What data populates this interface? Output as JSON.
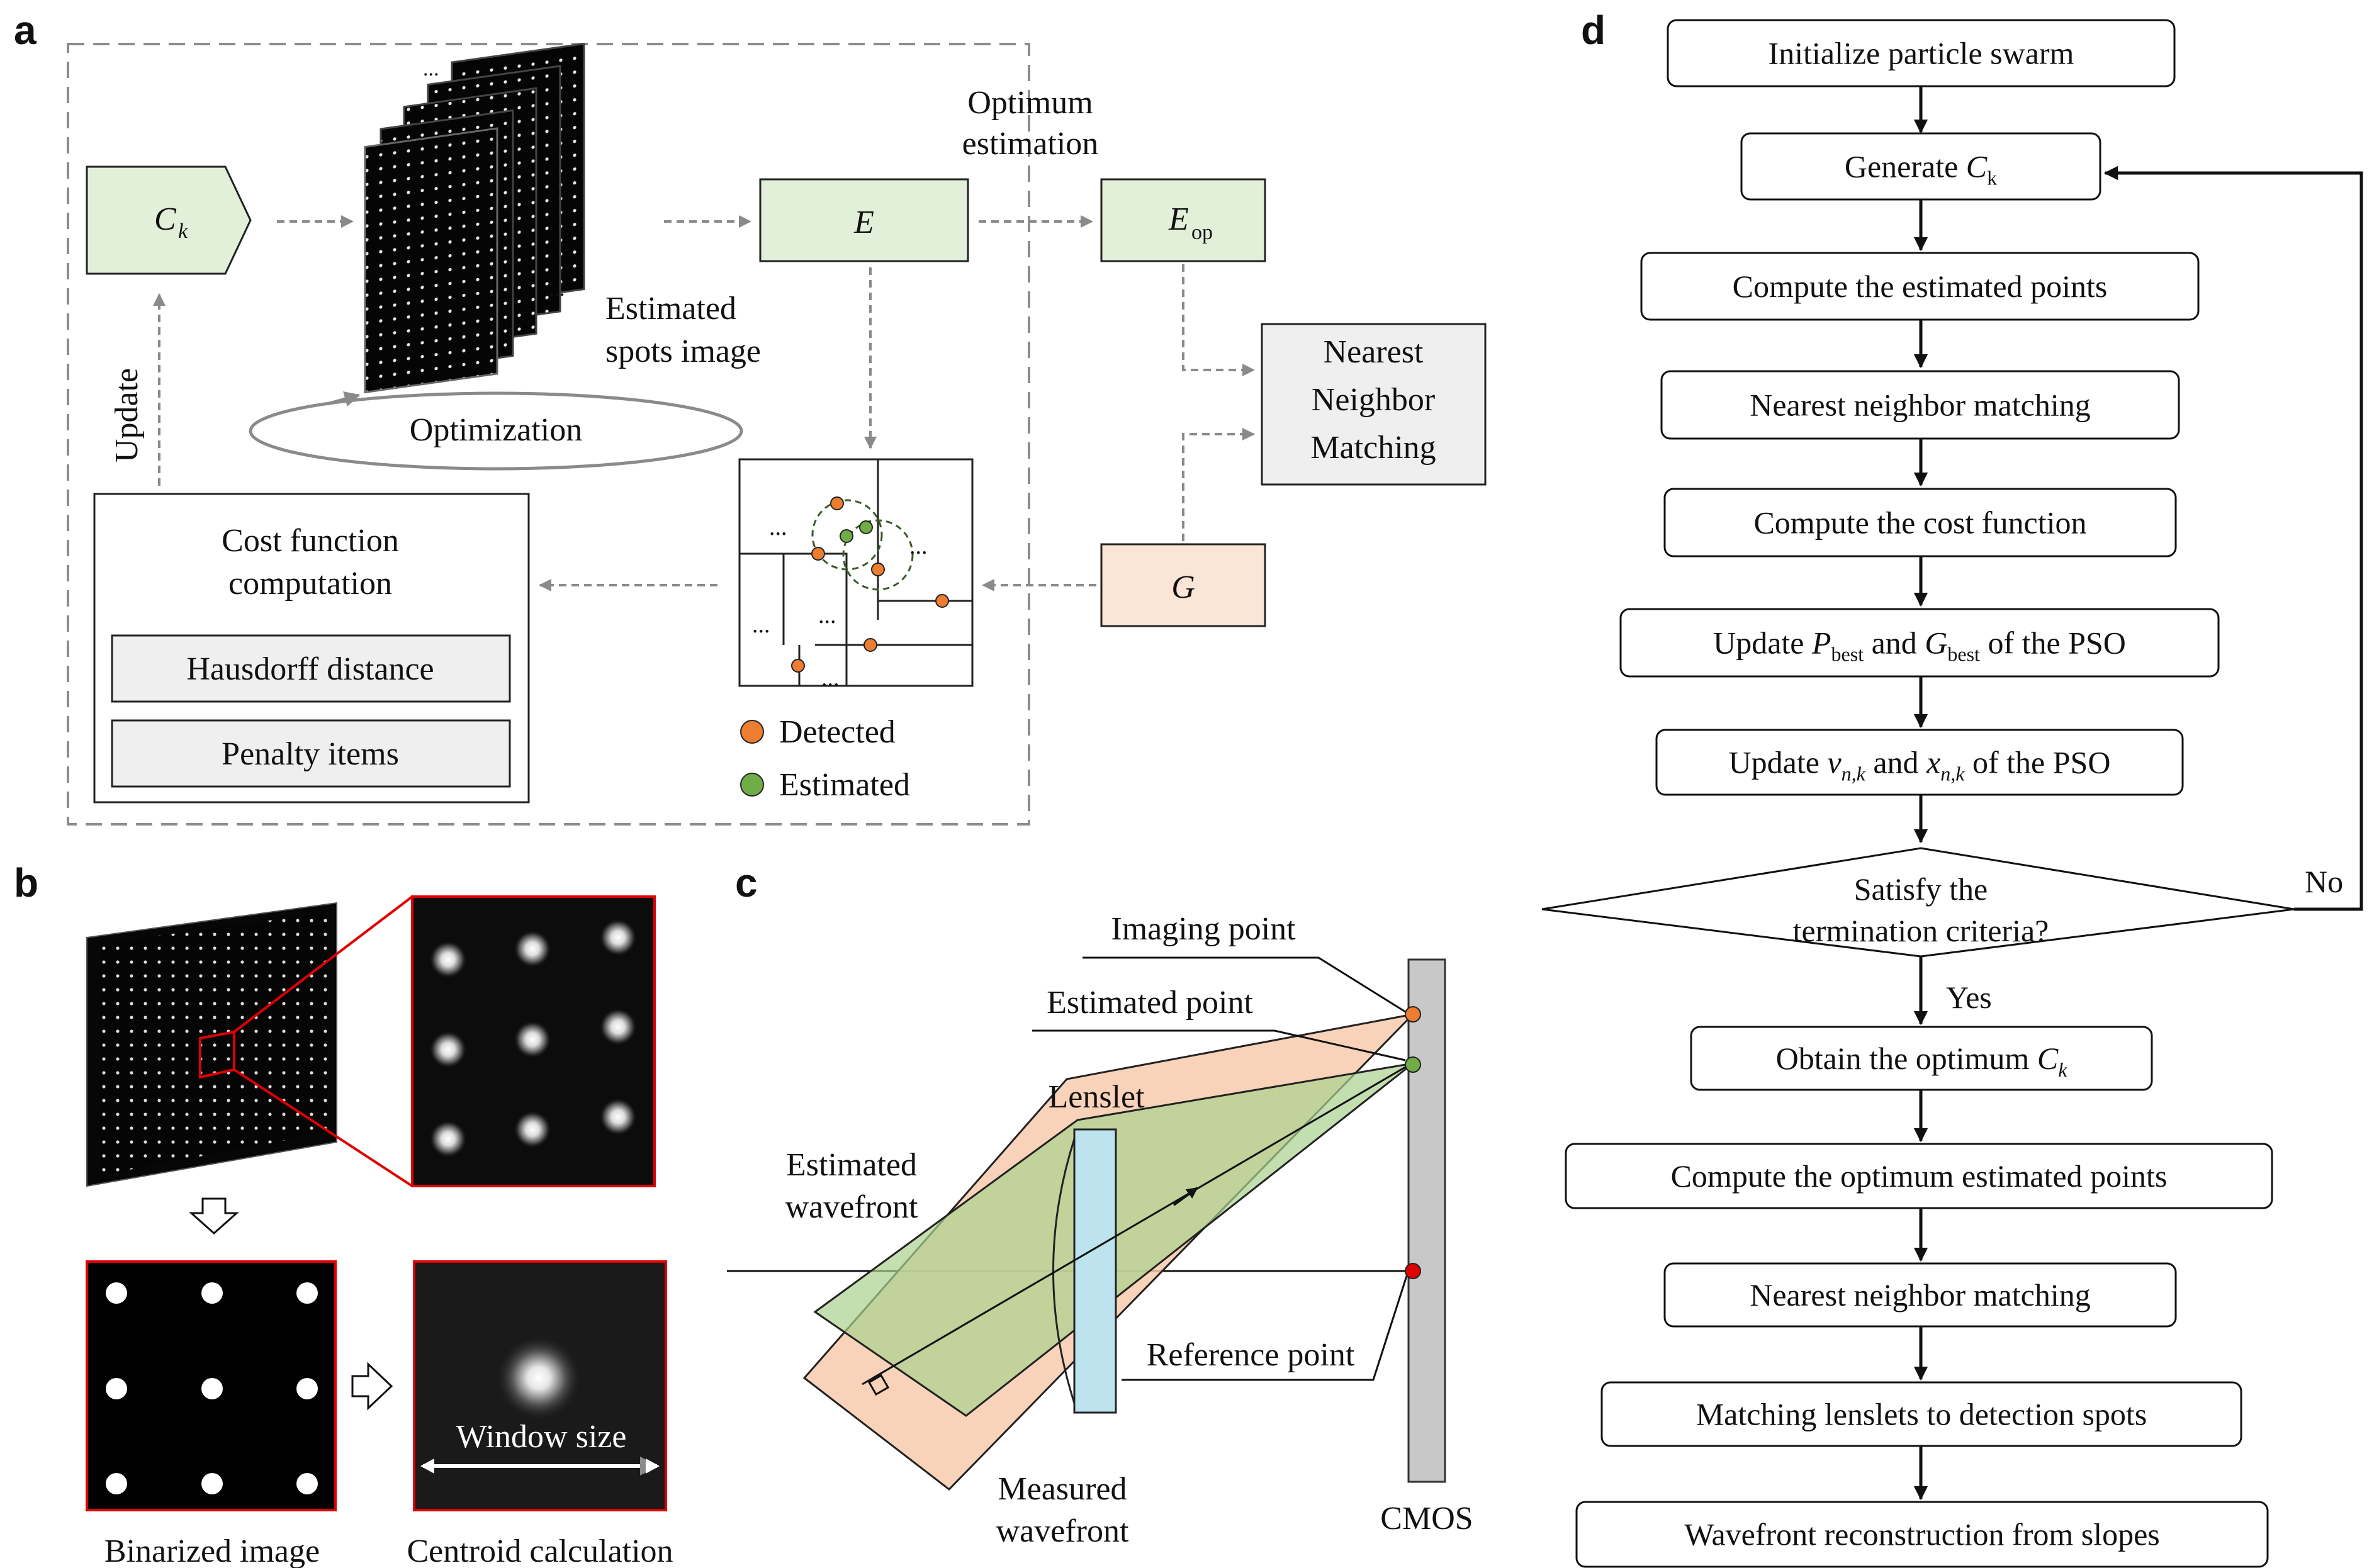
{
  "panel_labels": {
    "a": "a",
    "b": "b",
    "c": "c",
    "d": "d"
  },
  "panel_a": {
    "ck_symbol": "C",
    "ck_sub": "k",
    "estimated_spots_label_1": "Estimated",
    "estimated_spots_label_2": "spots image",
    "optimum_estimation_1": "Optimum",
    "optimum_estimation_2": "estimation",
    "e_symbol": "E",
    "eop_symbol": "E",
    "eop_sub": "op",
    "nnm_1": "Nearest",
    "nnm_2": "Neighbor",
    "nnm_3": "Matching",
    "g_symbol": "G",
    "update_label": "Update",
    "optimization_label": "Optimization",
    "cost_title_1": "Cost function",
    "cost_title_2": "computation",
    "hausdorff_label": "Hausdorff distance",
    "penalty_label": "Penalty items",
    "ellipsis": "...",
    "legend_detected": "Detected",
    "legend_estimated": "Estimated",
    "colors": {
      "green_box": "#e2f0d9",
      "peach_box": "#fbe5d6",
      "gray_box": "#efefef",
      "detected": "#ed7d31",
      "estimated": "#70ad47"
    }
  },
  "panel_b": {
    "binarized_label": "Binarized image",
    "centroid_label": "Centroid calculation",
    "window_size_label": "Window size"
  },
  "panel_c": {
    "imaging_point": "Imaging point",
    "estimated_point": "Estimated point",
    "lenslet": "Lenslet",
    "estimated_wavefront_1": "Estimated",
    "estimated_wavefront_2": "wavefront",
    "reference_point": "Reference point",
    "measured_wavefront_1": "Measured",
    "measured_wavefront_2": "wavefront",
    "cmos": "CMOS",
    "colors": {
      "peach": "#f8cbad",
      "green": "#a9d18e",
      "lenslet": "#bde3ef",
      "cmos": "#c8c8c8",
      "reference": "#e00000"
    }
  },
  "panel_d": {
    "steps": [
      {
        "pre": "Initialize particle swarm"
      },
      {
        "pre": "Generate ",
        "var": "C",
        "sub": "k"
      },
      {
        "pre": "Compute the estimated points"
      },
      {
        "pre": "Nearest neighbor matching"
      },
      {
        "pre": "Compute the cost function"
      },
      {
        "pre": "Update ",
        "var": "P",
        "sub": "best",
        "mid": " and ",
        "var2": "G",
        "sub2": "best",
        "post": " of the PSO"
      },
      {
        "pre": "Update ",
        "var": "v",
        "sub": "n,k",
        "mid": " and ",
        "var2": "x",
        "sub2": "n,k",
        "post": " of the PSO"
      },
      {
        "pre": "Obtain the optimum ",
        "var": "C",
        "sub": "k"
      },
      {
        "pre": "Compute the optimum estimated points"
      },
      {
        "pre": "Nearest neighbor matching"
      },
      {
        "pre": "Matching lenslets to detection spots"
      },
      {
        "pre": "Wavefront reconstruction from slopes"
      }
    ],
    "decision_1": "Satisfy the",
    "decision_2": "termination criteria?",
    "no_label": "No",
    "yes_label": "Yes"
  }
}
